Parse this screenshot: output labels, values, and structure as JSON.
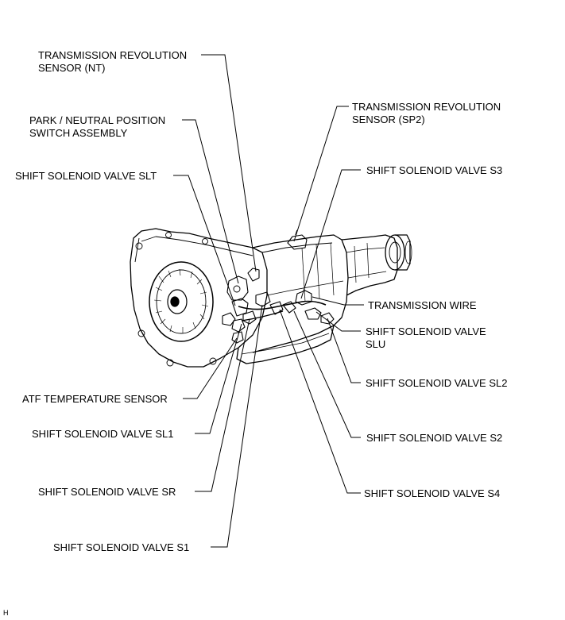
{
  "labels": {
    "nt_1": "TRANSMISSION REVOLUTION",
    "nt_2": "SENSOR (NT)",
    "pnp_1": "PARK / NEUTRAL POSITION",
    "pnp_2": "SWITCH ASSEMBLY",
    "slt": "SHIFT SOLENOID VALVE SLT",
    "sp2_1": "TRANSMISSION REVOLUTION",
    "sp2_2": "SENSOR (SP2)",
    "s3": "SHIFT SOLENOID VALVE S3",
    "wire": "TRANSMISSION WIRE",
    "slu_1": "SHIFT SOLENOID VALVE",
    "slu_2": "SLU",
    "sl2": "SHIFT SOLENOID VALVE SL2",
    "atf": "ATF TEMPERATURE SENSOR",
    "sl1": "SHIFT SOLENOID VALVE SL1",
    "s2": "SHIFT SOLENOID VALVE S2",
    "sr": "SHIFT SOLENOID VALVE SR",
    "s4": "SHIFT SOLENOID VALVE S4",
    "s1": "SHIFT SOLENOID VALVE S1"
  },
  "corner_mark": "H"
}
